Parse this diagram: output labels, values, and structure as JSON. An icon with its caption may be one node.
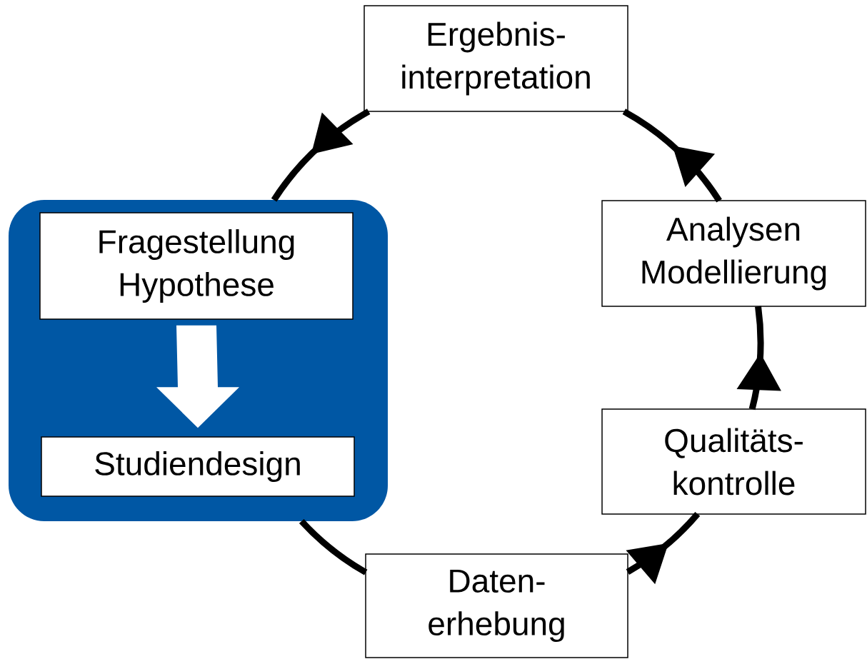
{
  "diagram": {
    "nodes": [
      {
        "text": [],
        "shape": "box"
      },
      {
        "text": [
          "Fragestellung Hypothese"
        ],
        "in": 0
      },
      {
        "text": [
          "Studiendesign"
        ],
        "in": 0
      },
      {
        "text": [
          "Ergebnis- interpretation"
        ]
      },
      {
        "text": [
          "Analysen Modellierung"
        ]
      },
      {
        "text": [
          "Qualitäts- kontrolle"
        ]
      },
      {
        "text": [
          "Daten- erhebung"
        ]
      }
    ],
    "edges": [
      {
        "from": 1,
        "to": 2,
        "arrow": "to",
        "style": "thick",
        "color": "#ffffff"
      },
      {
        "from": 0,
        "to": 6,
        "arrow": "none"
      },
      {
        "from": 6,
        "to": 5,
        "arrow": "to"
      },
      {
        "from": 5,
        "to": 4,
        "arrow": "to"
      },
      {
        "from": 4,
        "to": 3,
        "arrow": "to"
      },
      {
        "from": 3,
        "to": 0,
        "arrow": "to"
      }
    ]
  }
}
